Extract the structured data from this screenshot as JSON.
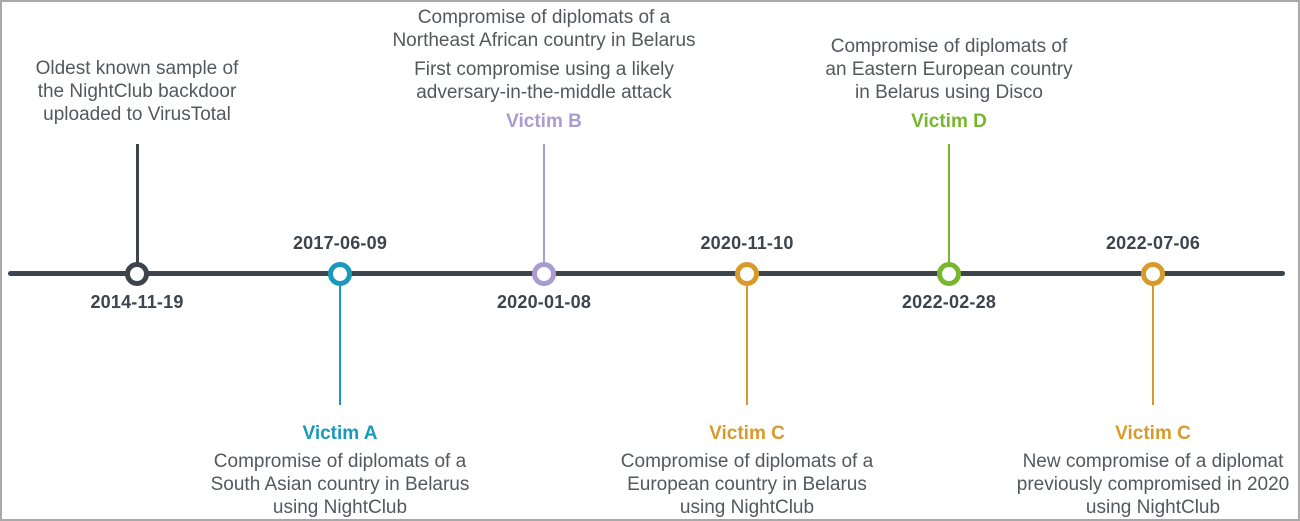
{
  "diagram": {
    "axis_color": "#3d444b",
    "body_text_color": "#54585d",
    "date_text_color": "#3d444b",
    "events": [
      {
        "date": "2014-11-19",
        "color": "#3d444b",
        "description": "Oldest known sample of\nthe NightClub backdoor\nuploaded to VirusTotal"
      },
      {
        "date": "2017-06-09",
        "color": "#1a9aba",
        "victim": "Victim A",
        "description": "Compromise of diplomats of a\nSouth Asian country in Belarus\nusing NightClub"
      },
      {
        "date": "2020-01-08",
        "color": "#a99cd1",
        "victim": "Victim B",
        "description": "Compromise of diplomats of a\nNortheast African country in Belarus",
        "description2": "First compromise using a likely\nadversary-in-the-middle attack"
      },
      {
        "date": "2020-11-10",
        "color": "#d89b2b",
        "victim": "Victim C",
        "description": "Compromise of diplomats of a\nEuropean country in Belarus\nusing NightClub"
      },
      {
        "date": "2022-02-28",
        "color": "#78b72d",
        "victim": "Victim D",
        "description": "Compromise of diplomats of\nan Eastern European country\nin Belarus using Disco"
      },
      {
        "date": "2022-07-06",
        "color": "#d89b2b",
        "victim": "Victim C",
        "description": "New compromise of a diplomat\npreviously compromised in 2020\nusing NightClub"
      }
    ]
  }
}
